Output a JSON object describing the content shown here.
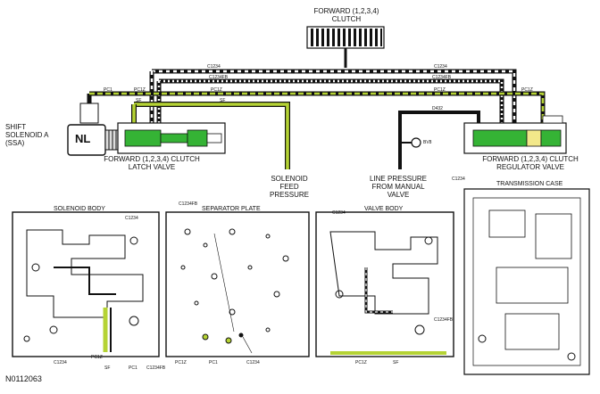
{
  "figure_id": "N0112063",
  "top_labels": {
    "forward_clutch_line1": "FORWARD (1,2,3,4)",
    "forward_clutch_line2": "CLUTCH",
    "shift_solenoid_line1": "SHIFT",
    "shift_solenoid_line2": "SOLENOID A",
    "shift_solenoid_line3": "(SSA)",
    "nl": "NL",
    "latch_valve_line1": "FORWARD (1,2,3,4) CLUTCH",
    "latch_valve_line2": "LATCH VALVE",
    "solenoid_feed_line1": "SOLENOID",
    "solenoid_feed_line2": "FEED",
    "solenoid_feed_line3": "PRESSURE",
    "line_pressure_line1": "LINE PRESSURE",
    "line_pressure_line2": "FROM MANUAL",
    "line_pressure_line3": "VALVE",
    "regulator_line1": "FORWARD (1,2,3,4) CLUTCH",
    "regulator_line2": "REGULATOR VALVE"
  },
  "passage_labels": {
    "c1234_left": "C1234",
    "c1234_right": "C1234",
    "c1234fb_left": "C1234FB",
    "c1234fb_right": "C1234FB",
    "pc1": "PC1",
    "pc1z_a": "PC1Z",
    "pc1z_b": "PC1Z",
    "pc1z_c": "PC1Z",
    "pc1z_d": "PC1Z",
    "sf_a": "SF",
    "sf_b": "SF",
    "d432": "D432",
    "bv8": "BV8"
  },
  "panels": {
    "solenoid_body": {
      "title": "SOLENOID BODY",
      "callouts": [
        "C1234",
        "C1234",
        "PC1Z",
        "SF",
        "PC1",
        "C1234FB"
      ]
    },
    "separator_plate": {
      "title": "SEPARATOR PLATE",
      "callouts": [
        "C1234FB",
        "PC1Z",
        "PC1",
        "C1234"
      ]
    },
    "valve_body": {
      "title": "VALVE BODY",
      "callouts": [
        "C1234",
        "C1234FB",
        "PC1Z",
        "SF"
      ]
    },
    "transmission_case": {
      "title": "TRANSMISSION CASE",
      "callouts": [
        "C1234"
      ]
    }
  },
  "colors": {
    "solenoid_feed": "#b5d334",
    "valve_green": "#35b335",
    "valve_yellow": "#f2e88a",
    "clutch_hatch": "#111111",
    "outline": "#1a1a1a"
  }
}
